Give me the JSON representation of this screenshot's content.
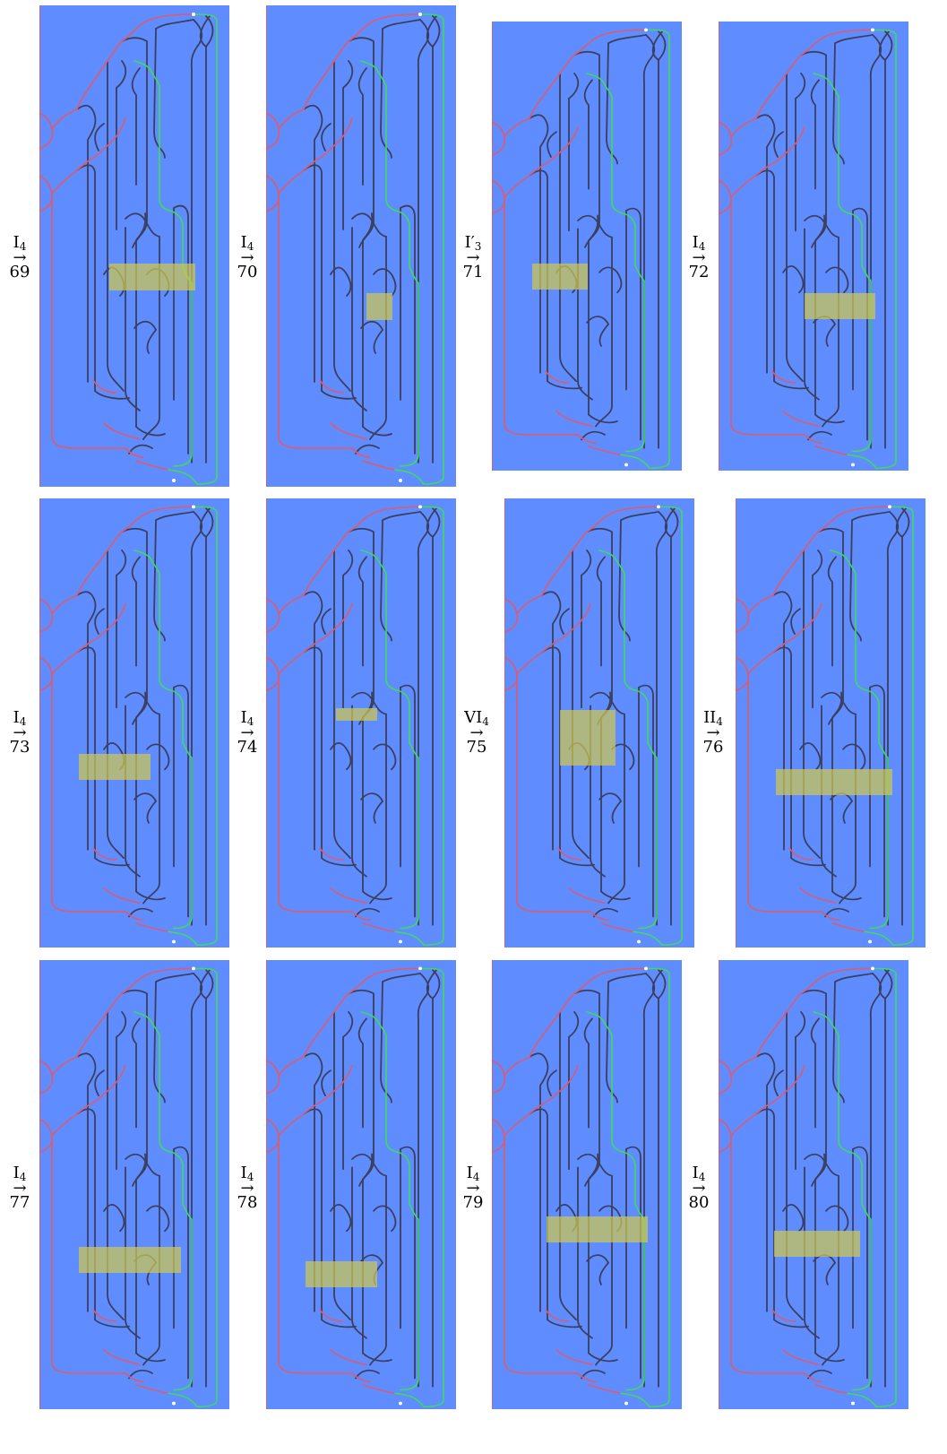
{
  "colors": {
    "panel": "#5f8cff",
    "strand": "#3a3f5c",
    "red": "#e05a6a",
    "green": "#3ddc5a",
    "highlight": "#cdc850"
  },
  "moves": [
    {
      "op": "I",
      "sub": "4",
      "arrow": "→",
      "step": "69"
    },
    {
      "op": "I",
      "sub": "4",
      "arrow": "→",
      "step": "70"
    },
    {
      "op": "I′",
      "sub": "3",
      "arrow": "→",
      "step": "71"
    },
    {
      "op": "I",
      "sub": "4",
      "arrow": "→",
      "step": "72"
    },
    {
      "op": "I",
      "sub": "4",
      "arrow": "→",
      "step": "73"
    },
    {
      "op": "I",
      "sub": "4",
      "arrow": "→",
      "step": "74"
    },
    {
      "op": "VI",
      "sub": "4",
      "arrow": "→",
      "step": "75"
    },
    {
      "op": "II",
      "sub": "4",
      "arrow": "→",
      "step": "76"
    },
    {
      "op": "I",
      "sub": "4",
      "arrow": "→",
      "step": "77"
    },
    {
      "op": "I",
      "sub": "4",
      "arrow": "→",
      "step": "78"
    },
    {
      "op": "I",
      "sub": "4",
      "arrow": "→",
      "step": "79"
    },
    {
      "op": "I",
      "sub": "4",
      "arrow": "→",
      "step": "80"
    }
  ]
}
